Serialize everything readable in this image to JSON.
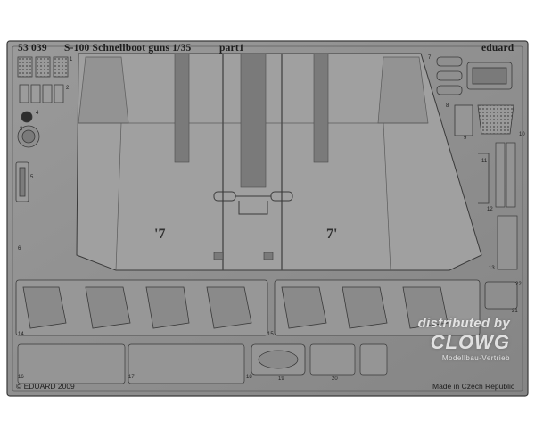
{
  "header": {
    "code": "53 039",
    "title": "S-100 Schnellboot guns 1/35",
    "part": "part1",
    "brand": "eduard"
  },
  "footer": {
    "copyright": "© EDUARD 2009",
    "origin": "Made in Czech Republic"
  },
  "watermark": {
    "line1": "distributed by",
    "line2": "CLOWG",
    "line3": "Modellbau-Vertrieb"
  },
  "plate_markings": {
    "left": "'7",
    "right": "7'"
  },
  "part_numbers": {
    "n1": "1",
    "n2": "2",
    "n3": "3",
    "n4": "4",
    "n5": "5",
    "n6": "6",
    "n7": "7",
    "n8": "8",
    "n9": "9",
    "n10": "10",
    "n11": "11",
    "n12": "12",
    "n13": "13",
    "n14": "14",
    "n15": "15",
    "n16": "16",
    "n17": "17",
    "n18": "18",
    "n19": "19",
    "n20": "20",
    "n21": "21",
    "n22": "22"
  },
  "colors": {
    "metal": "#8d8d8d",
    "metal_light": "#a4a4a4",
    "metal_dark": "#6b6b6b",
    "edge": "#3a3a3a",
    "background": "#ffffff"
  }
}
